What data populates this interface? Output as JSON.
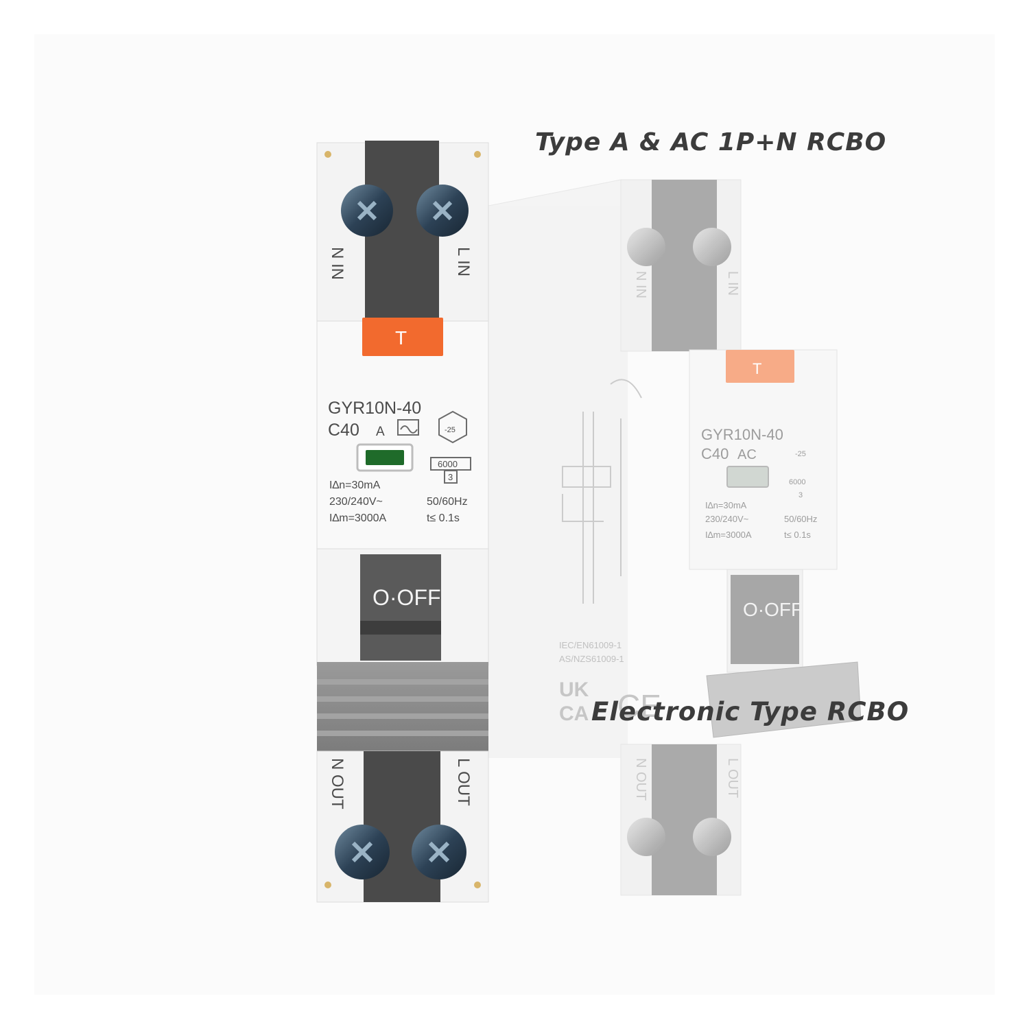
{
  "headings": {
    "top": "Type A & AC 1P+N RCBO",
    "bottom": "Electronic Type RCBO"
  },
  "front_breaker": {
    "test_button": "T",
    "model": "GYR10N-40",
    "rating": "C40",
    "type": "A",
    "temp_class": "-25",
    "breaking_capacity": "6000",
    "energy_class": "3",
    "residual_current": "I∆n=30mA",
    "voltage": "230/240V~",
    "rated_making": "I∆m=3000A",
    "frequency": "50/60Hz",
    "trip_time": "t≤ 0.1s",
    "handle": "O·OFF",
    "terminal_in_n": "N IN",
    "terminal_in_l": "L IN",
    "terminal_out_n": "N OUT",
    "terminal_out_l": "L OUT"
  },
  "rear_breaker": {
    "test_button": "T",
    "model": "GYR10N-40",
    "rating": "C40",
    "type": "AC",
    "temp_class": "-25",
    "breaking_capacity": "6000",
    "energy_class": "3",
    "residual_current": "I∆n=30mA",
    "voltage": "230/240V~",
    "rated_making": "I∆m=3000A",
    "frequency": "50/60Hz",
    "trip_time": "t≤ 0.1s",
    "handle": "O·OFF",
    "terminal_in_n": "N IN",
    "terminal_in_l": "L IN",
    "terminal_out_n": "N OUT",
    "terminal_out_l": "L OUT",
    "standard_1": "IEC/EN61009-1",
    "standard_2": "AS/NZS61009-1",
    "mark_ukca_1": "UK",
    "mark_ukca_2": "CA",
    "mark_ce": "CE"
  },
  "colors": {
    "terminal_band": "#4a4a4a",
    "rear_band": "#9a9a9a",
    "test_button": "#f26a2e",
    "indicator_window": "#1f6b2a",
    "handle_grey": "#8f8f8f"
  }
}
